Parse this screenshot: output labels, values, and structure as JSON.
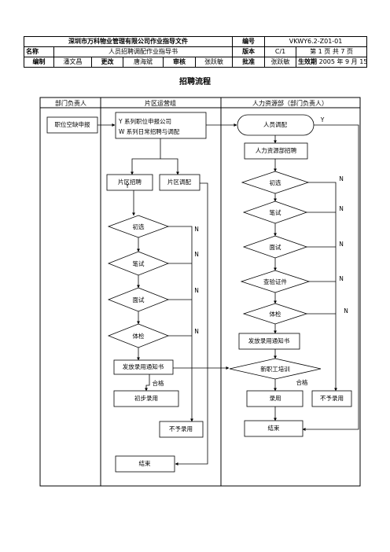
{
  "header": {
    "doc_title": "深圳市万科物业管理有限公司作业指导文件",
    "number_label": "编号",
    "number_value": "VKWY6.2-Z01-01",
    "name_label": "名称",
    "name_value": "人员招聘调配作业指导书",
    "version_label": "版本",
    "version_value": "C/1",
    "page_text": "第 1 页 共 7 页",
    "author_label": "编制",
    "author_value": "潘文昌",
    "reviser_label": "更改",
    "reviser_value": "唐海斌",
    "reviewer_label": "审核",
    "reviewer_value": "张跃敏",
    "approver_label": "批准",
    "approver_value": "张跃敏",
    "effective_label": "生效期",
    "effective_value": "2005 年 9 月 15 日"
  },
  "flow_title": "招聘流程",
  "lanes": [
    "部门负责人",
    "片区运营组",
    "人力资源部（部门负责人）"
  ],
  "nodes": {
    "vacancy": "职位空缺申报",
    "apply_y": "Y 系列职位申报公司",
    "apply_w": "W 系列日常招聘与调配",
    "district_recruit": "片区招聘",
    "district_transfer": "片区调配",
    "d_screen": "初选",
    "d_written": "笔试",
    "d_interview": "面试",
    "d_medical": "体检",
    "d_notice": "发放录用通知书",
    "d_pass": "合格",
    "d_hire": "初步录用",
    "d_reject": "不予录用",
    "d_end": "结束",
    "h_transfer": "人员调配",
    "h_recruit": "人力资源部招聘",
    "h_screen": "初选",
    "h_written": "笔试",
    "h_interview": "面试",
    "h_check": "查验证件",
    "h_medical": "体检",
    "h_notice": "发放录用通知书",
    "h_training": "新职工培训",
    "h_pass": "合格",
    "h_hire": "录用",
    "h_reject": "不予录用",
    "h_end": "结束"
  },
  "flags": {
    "yes": "Y",
    "no": "N"
  }
}
